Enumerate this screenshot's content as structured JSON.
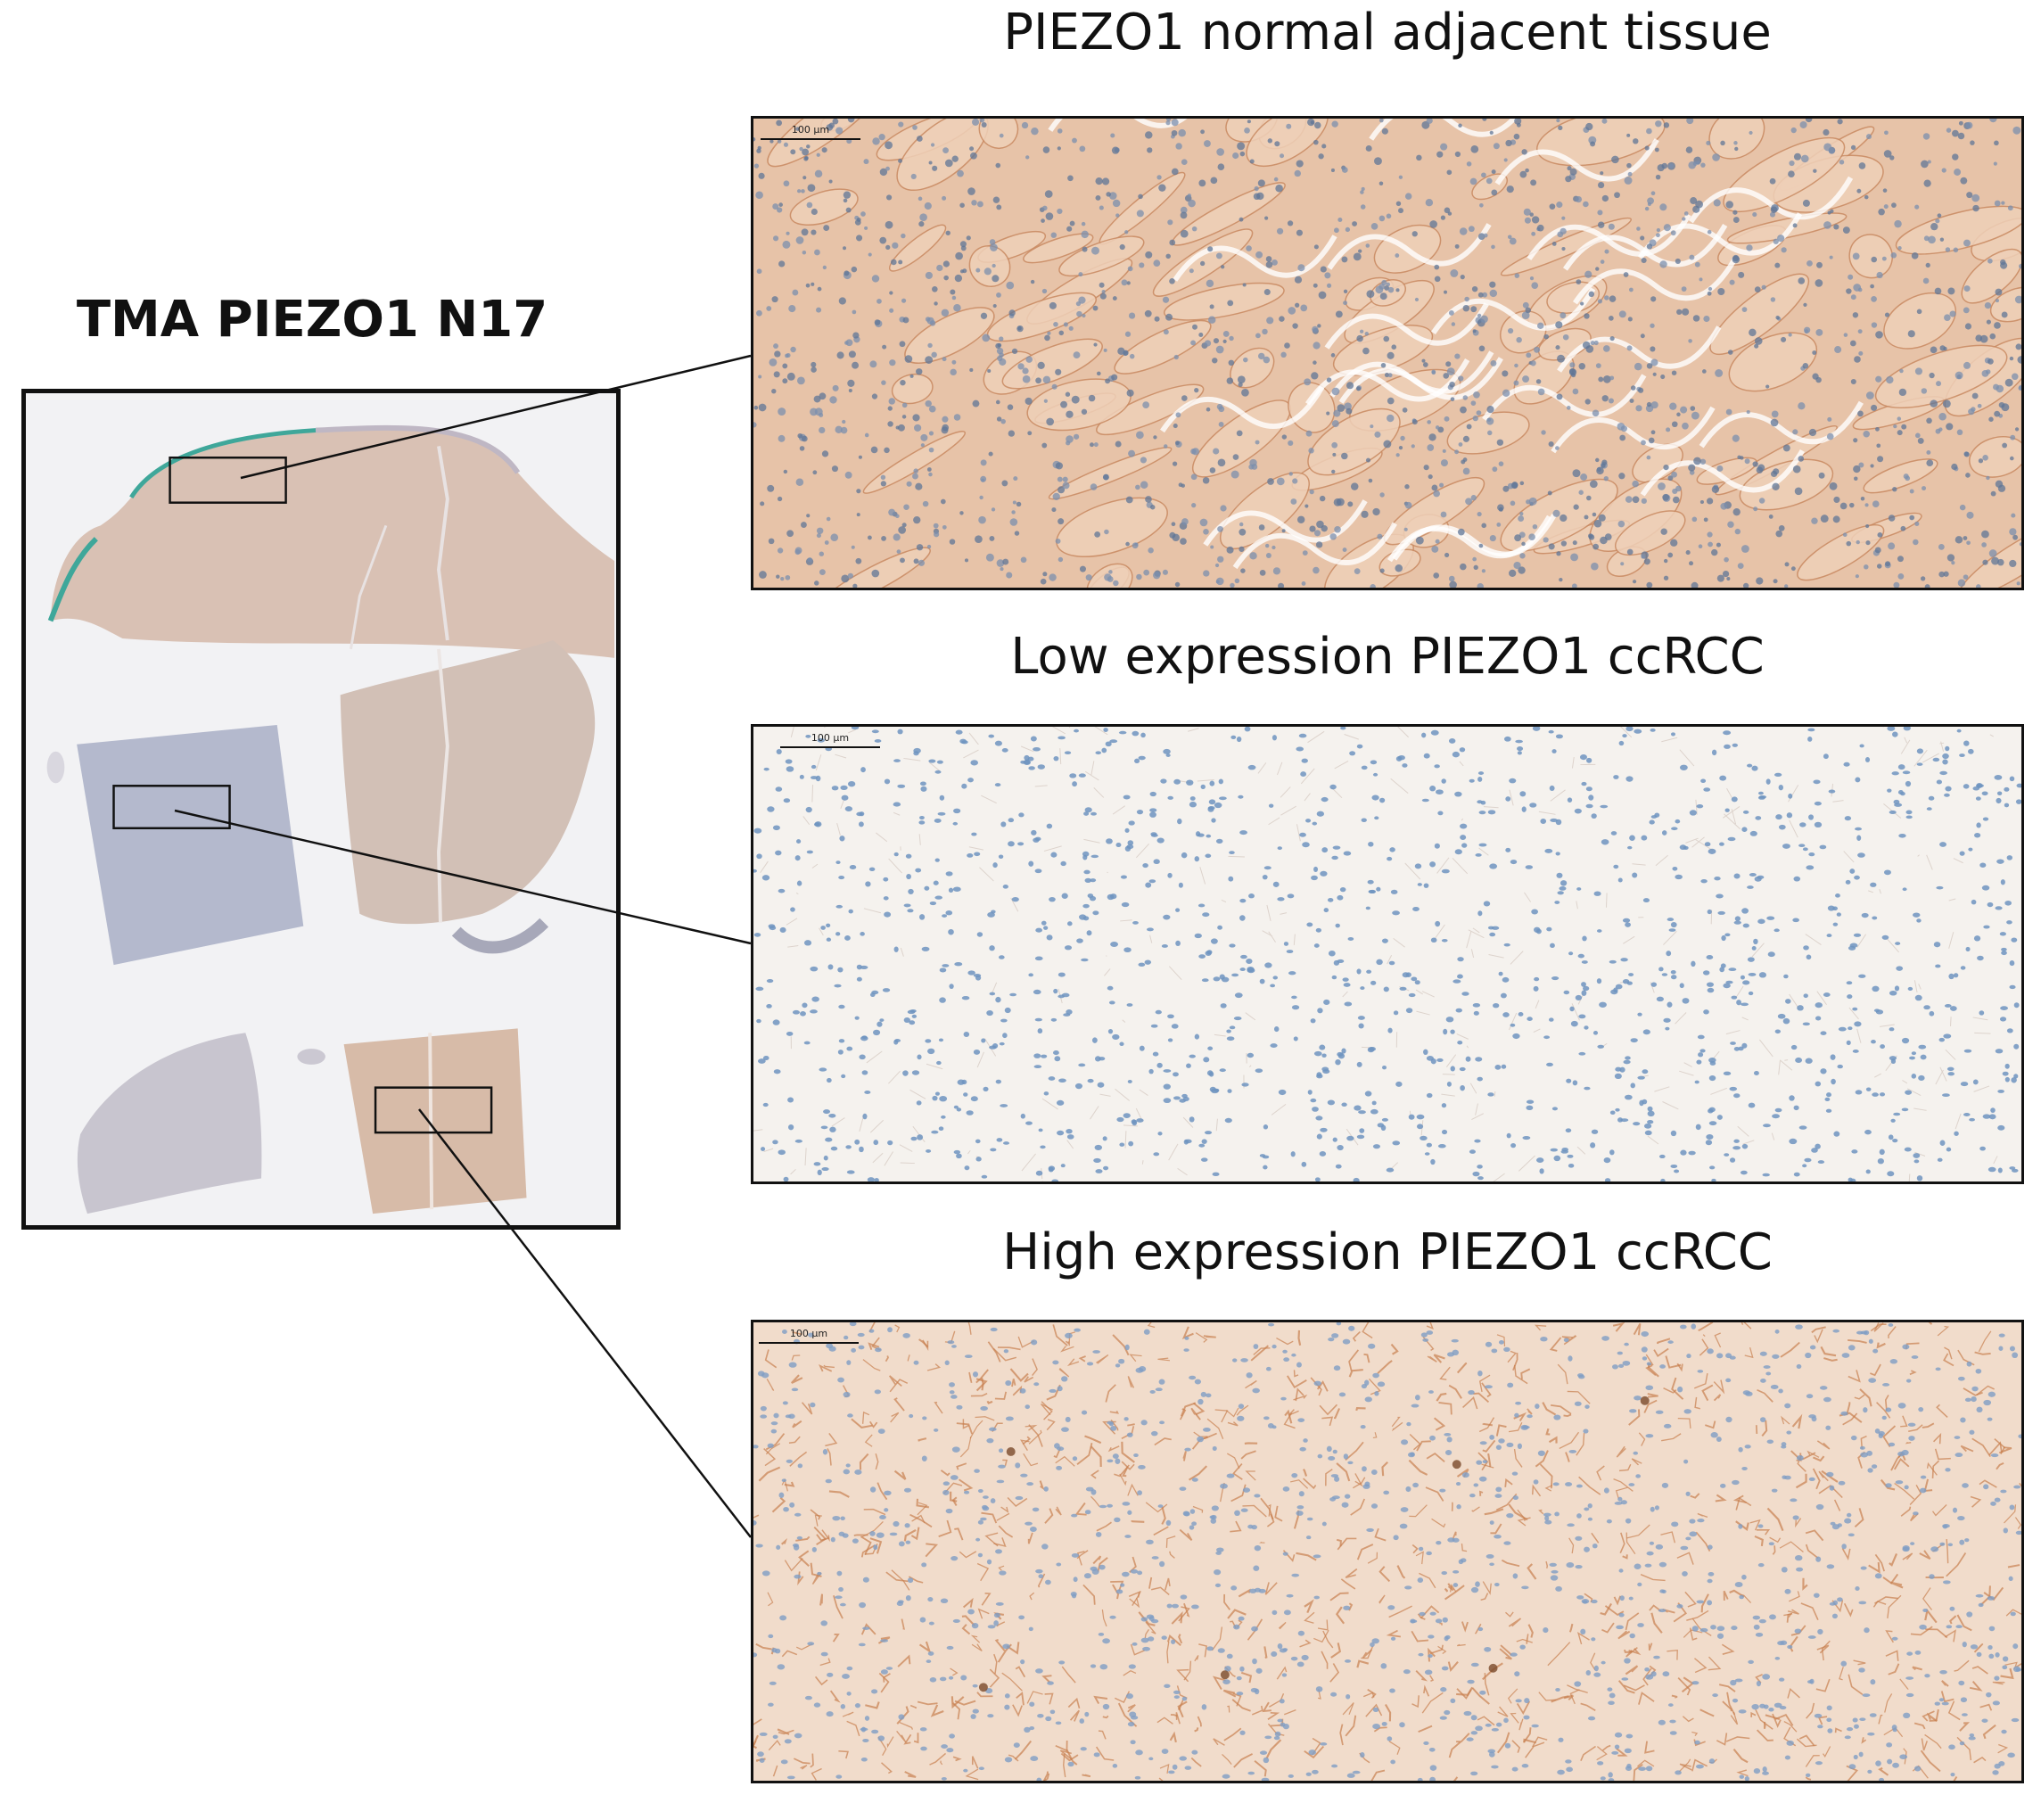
{
  "tma": {
    "title": "TMA PIEZO1 N17"
  },
  "panels": [
    {
      "title": "PIEZO1 normal adjacent tissue",
      "scale_label": "100 µm",
      "stain": "normal"
    },
    {
      "title": "Low expression PIEZO1 ccRCC",
      "scale_label": "100 µm",
      "stain": "low"
    },
    {
      "title": "High expression PIEZO1 ccRCC",
      "scale_label": "100 µm",
      "stain": "high"
    }
  ],
  "colors": {
    "frame": "#111111",
    "normal_tissue": "#e7c3a8",
    "low_tissue": "#f5f2ee",
    "high_tissue": "#f1dccb",
    "nuclei": "#6f94bf",
    "dab_membrane": "#c87f4f",
    "slide_background": "#f1f1f3"
  }
}
